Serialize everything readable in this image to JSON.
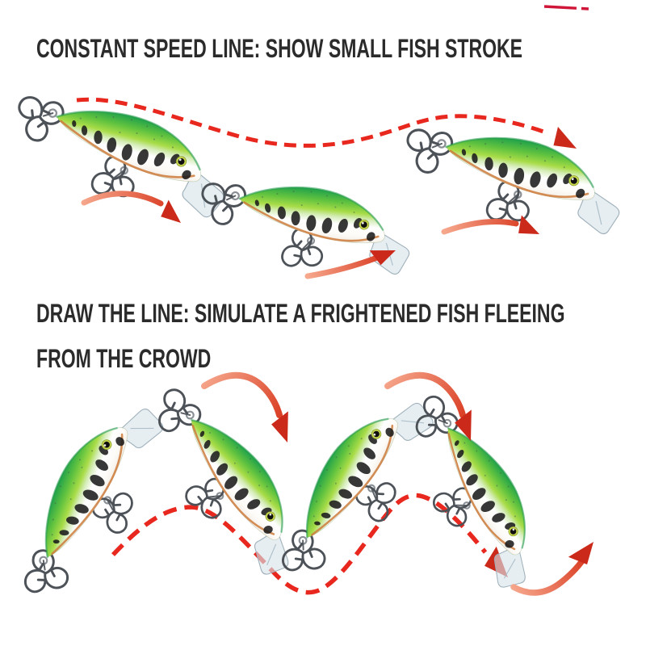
{
  "page": {
    "background": "#ffffff",
    "description": "Fishing lure retrieve-technique infographic with two swim-path diagrams"
  },
  "sections": [
    {
      "name": "constant-speed-line",
      "heading_line1": "CONSTANT SPEED LINE: SHOW SMALL FISH STROKE",
      "lure_count": 3,
      "dashed_guide": "gentle S-curve swim path ending in solid arrowhead",
      "solid_arrow_count": 3
    },
    {
      "name": "draw-the-line",
      "heading_line1": "DRAW THE LINE: SIMULATE A FRIGHTENED FISH FLEEING",
      "heading_line2": "FROM THE CROWD",
      "lure_count": 4,
      "dashed_guide": "zigzag wave swim path ending in solid arrowhead",
      "solid_arrow_count": 3
    }
  ],
  "palette": {
    "dash_red": "#e8281e",
    "arrow_red_light": "#f6a88d",
    "arrow_red_dark": "#d63016",
    "arrowhead_red": "#cb2a1b",
    "heading_text": "#2b2b2b",
    "lure_back_green": "#1fa14b",
    "lure_chartreuse": "#a8dc47",
    "lure_belly_white": "#ffffff",
    "lure_stripe_orange": "#cc7a3a"
  },
  "icons": {
    "lure": "fishing-lure-illustration",
    "dashed_path": "dashed-motion-path-icon",
    "solid_arrow": "motion-arrow-icon",
    "treble_hook": "treble-hook-icon"
  }
}
